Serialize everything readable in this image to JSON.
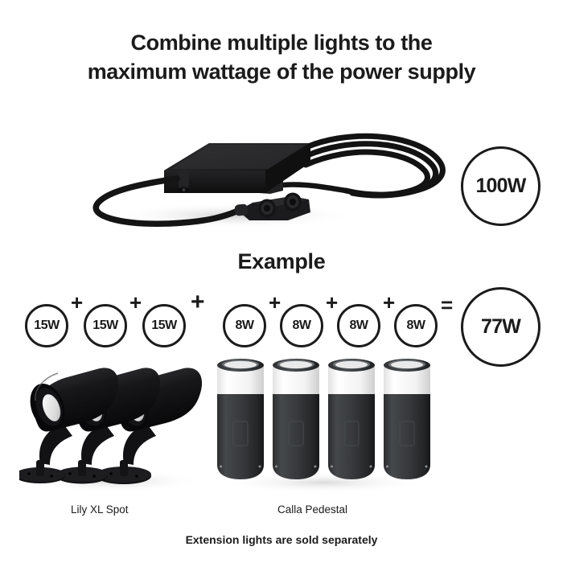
{
  "headline": {
    "line1": "Combine multiple lights to the",
    "line2": "maximum wattage of the power supply"
  },
  "section": {
    "title": "Example"
  },
  "power_supply": {
    "rating_badge": "100W",
    "icon": "power-supply-unit",
    "connector_icon": "three-port-connector",
    "plug_icon": "us-two-prong-plug"
  },
  "equation": {
    "operators": {
      "plus": "+",
      "equals": "="
    },
    "group_a": {
      "product_label": "Lily XL Spot",
      "badges": [
        "15W",
        "15W",
        "15W"
      ],
      "count": 3
    },
    "group_b": {
      "product_label": "Calla Pedestal",
      "badges": [
        "8W",
        "8W",
        "8W",
        "8W"
      ],
      "count": 4
    },
    "total_badge": "77W"
  },
  "footer": {
    "note": "Extension lights are sold separately"
  },
  "colors": {
    "background": "#ffffff",
    "text": "#1b1b1b",
    "outline": "#1b1b1b",
    "fixture_black": "#1a1a1a",
    "fixture_body": "#3a3c3e",
    "diffuser_white": "#f4f4f4"
  }
}
